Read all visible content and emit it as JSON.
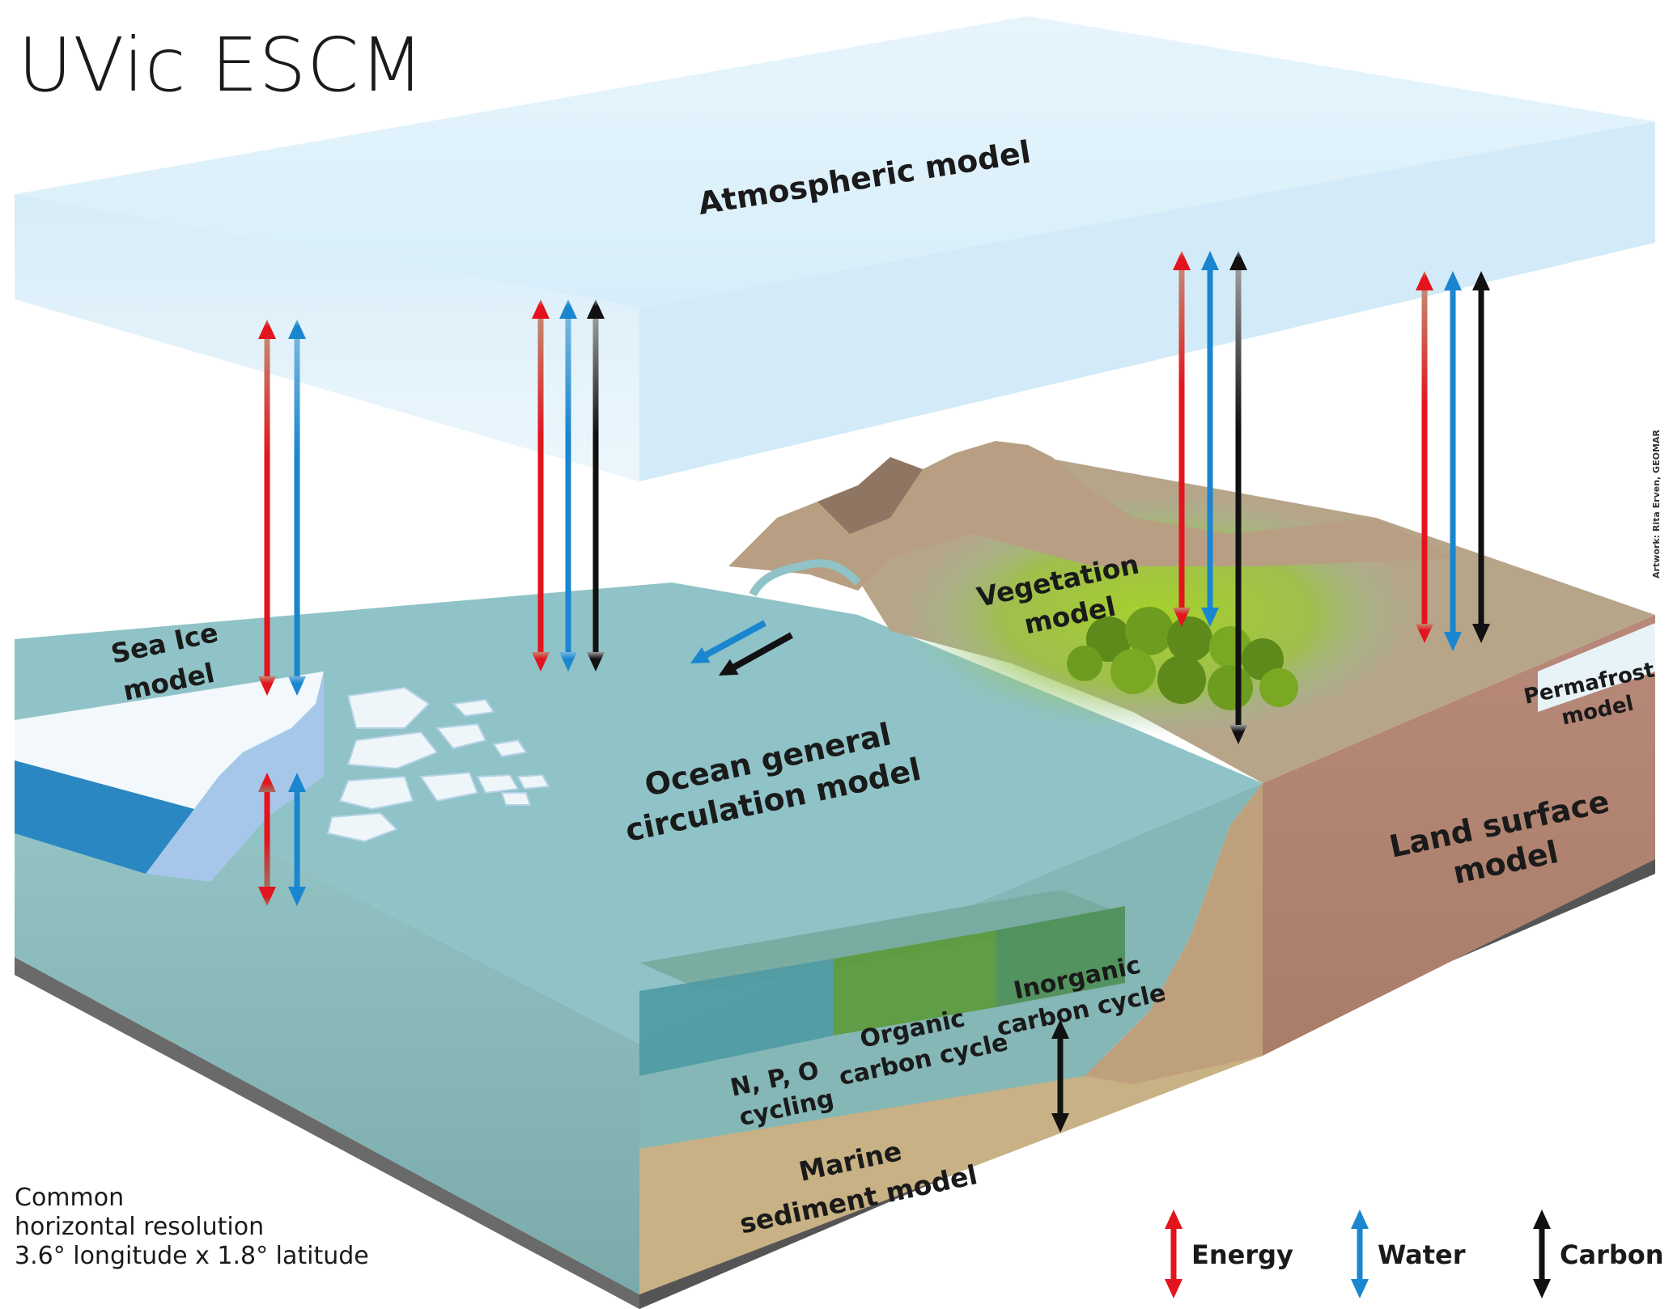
{
  "title": "UVic ESCM",
  "labels": {
    "atmosphere": "Atmospheric model",
    "sea_ice": [
      "Sea Ice",
      "model"
    ],
    "ocean": [
      "Ocean general",
      "circulation model"
    ],
    "vegetation": [
      "Vegetation",
      "model"
    ],
    "permafrost": [
      "Permafrost",
      "model"
    ],
    "land_surface": [
      "Land surface",
      "model"
    ],
    "npo": [
      "N, P, O",
      "cycling"
    ],
    "organic": [
      "Organic",
      "carbon cycle"
    ],
    "inorganic": [
      "Inorganic",
      "carbon cycle"
    ],
    "marine_sediment": [
      "Marine",
      "sediment model"
    ]
  },
  "footnote": [
    "Common",
    "horizontal resolution",
    "3.6° longitude x 1.8° latitude"
  ],
  "credit": "Artwork: Rita Erven, GEOMAR",
  "legend": [
    {
      "name": "Energy",
      "color": "#e3141e",
      "icon": "energy-arrow-icon"
    },
    {
      "name": "Water",
      "color": "#1a86cf",
      "icon": "water-arrow-icon"
    },
    {
      "name": "Carbon",
      "color": "#111111",
      "icon": "carbon-arrow-icon"
    }
  ],
  "colors": {
    "energy": "#e3141e",
    "water": "#1a86cf",
    "carbon": "#111111",
    "ocean": "#8fc3c7",
    "land": "#b3887a",
    "sediment": "#c8b184",
    "vegetation": "#9cc93c",
    "atmosphere": "#d6edf8"
  }
}
